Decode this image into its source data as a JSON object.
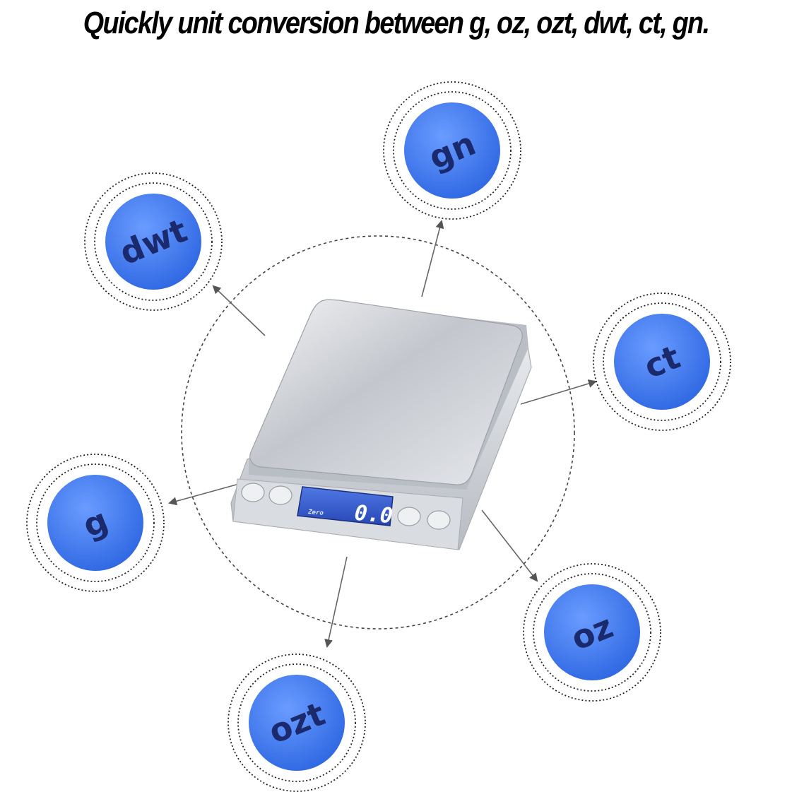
{
  "headline": "Quickly unit conversion between g,  oz, ozt, dwt, ct, gn.",
  "colors": {
    "unit_fill": "#3f7cf2",
    "unit_text": "#1a2a6c",
    "lcd_bg": "#2f56c8",
    "lcd_text": "#ffffff",
    "scale_body": "#c9ccd1",
    "arrow": "#666666"
  },
  "scale": {
    "display_value": "0.0",
    "zero_label": "Zero"
  },
  "units": [
    {
      "id": "gn",
      "label": "gn"
    },
    {
      "id": "dwt",
      "label": "dwt"
    },
    {
      "id": "ct",
      "label": "ct"
    },
    {
      "id": "g",
      "label": "g"
    },
    {
      "id": "oz",
      "label": "oz"
    },
    {
      "id": "ozt",
      "label": "ozt"
    }
  ]
}
